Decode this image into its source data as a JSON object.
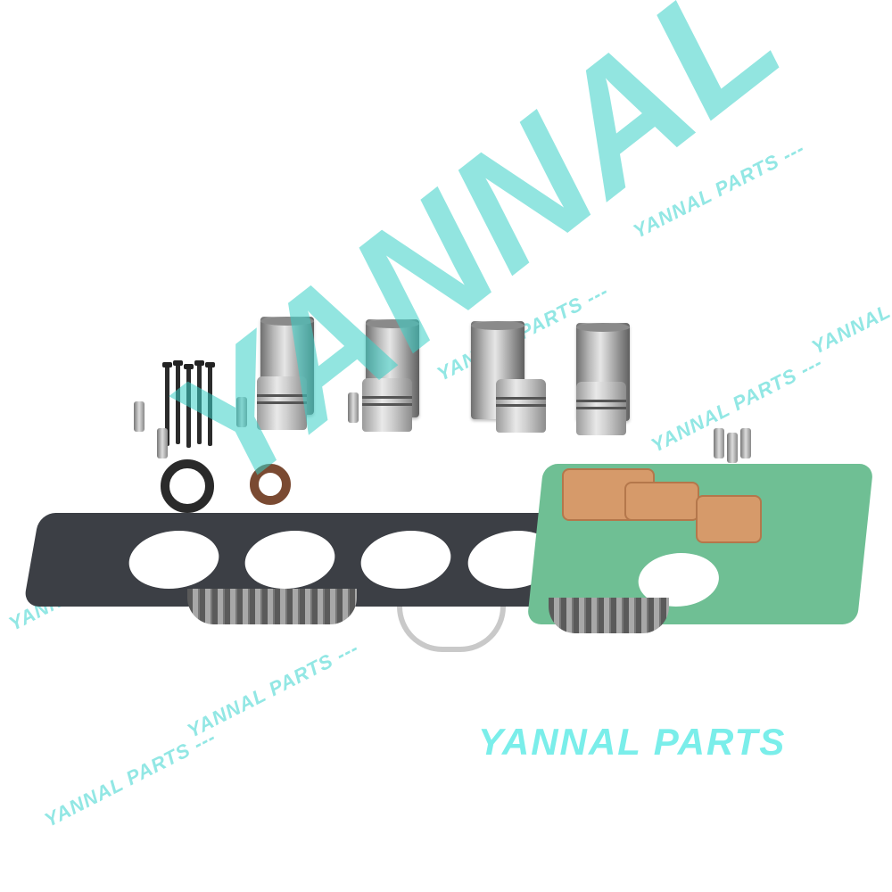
{
  "image": {
    "subject": "Engine overhaul rebuild kit laid out on white background",
    "components": [
      "4 cylinder liners",
      "4 pistons with rings",
      "piston pins",
      "valves",
      "cylinder head gasket",
      "full gasket set (green)",
      "copper gaskets",
      "oil seals",
      "valve stem seals",
      "main and connecting rod bearings",
      "thrust washers"
    ]
  },
  "watermark": {
    "repeating_text": "YANNAL PARTS ---",
    "large_diagonal_text": "YANNAL",
    "brand_label": "YANNAL PARTS",
    "color": "#7aeeea"
  }
}
